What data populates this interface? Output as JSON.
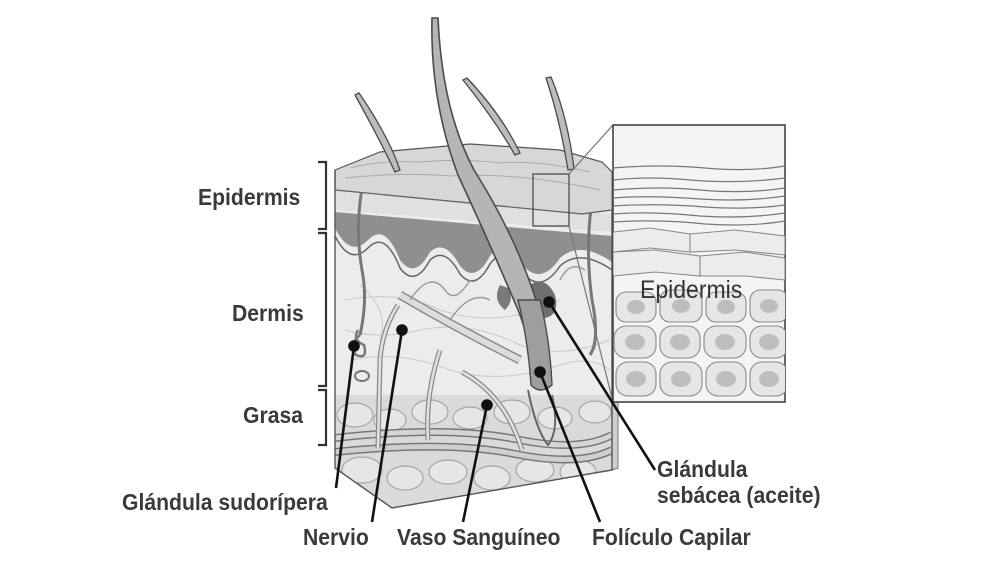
{
  "layers": {
    "epidermis": "Epidermis",
    "dermis": "Dermis",
    "fat": "Grasa"
  },
  "callouts": {
    "sweat_gland": "Glándula sudorípera",
    "nerve": "Nervio",
    "blood_vessel": "Vaso Sanguíneo",
    "hair_follicle": "Folículo Capilar",
    "sebaceous_line1": "Glándula",
    "sebaceous_line2": "sebácea (aceite)"
  },
  "inset": {
    "label": "Epidermis"
  },
  "colors": {
    "ink": "#3a3a3a",
    "epidermis_surface": "#d9d9d9",
    "dermis_fill": "#e9e9e9",
    "basal_layer": "#9a9a9a",
    "fat_fill": "#dcdcdc"
  }
}
